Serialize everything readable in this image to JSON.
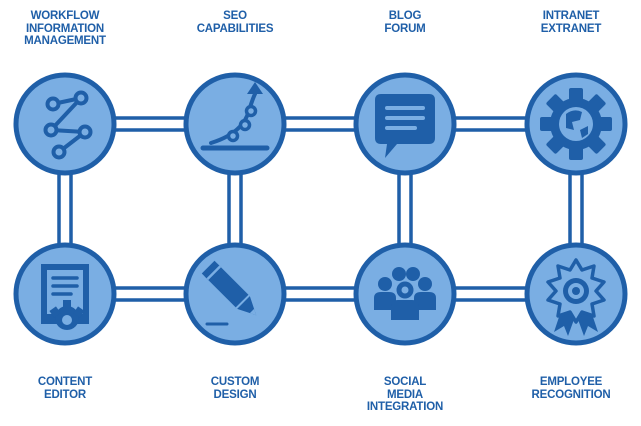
{
  "colors": {
    "fill": "#7aaee3",
    "stroke": "#1f5fa8",
    "icon": "#1f5fa8",
    "text": "#1f5fa8",
    "background": "#ffffff"
  },
  "nodes": [
    {
      "id": "workflow",
      "icon": "workflow-path-icon",
      "label": [
        "WORKFLOW",
        "INFORMATION",
        "MANAGEMENT"
      ]
    },
    {
      "id": "seo",
      "icon": "seo-growth-icon",
      "label": [
        "SEO",
        "CAPABILITIES"
      ]
    },
    {
      "id": "blog",
      "icon": "chat-bubble-icon",
      "label": [
        "BLOG",
        "FORUM"
      ]
    },
    {
      "id": "intranet",
      "icon": "globe-gear-icon",
      "label": [
        "INTRANET",
        "EXTRANET"
      ]
    },
    {
      "id": "content",
      "icon": "document-gear-icon",
      "label": [
        "CONTENT",
        "EDITOR"
      ]
    },
    {
      "id": "design",
      "icon": "pencil-icon",
      "label": [
        "CUSTOM",
        "DESIGN"
      ]
    },
    {
      "id": "social",
      "icon": "people-group-icon",
      "label": [
        "SOCIAL",
        "MEDIA",
        "INTEGRATION"
      ]
    },
    {
      "id": "employee",
      "icon": "award-badge-icon",
      "label": [
        "EMPLOYEE",
        "RECOGNITION"
      ]
    }
  ]
}
